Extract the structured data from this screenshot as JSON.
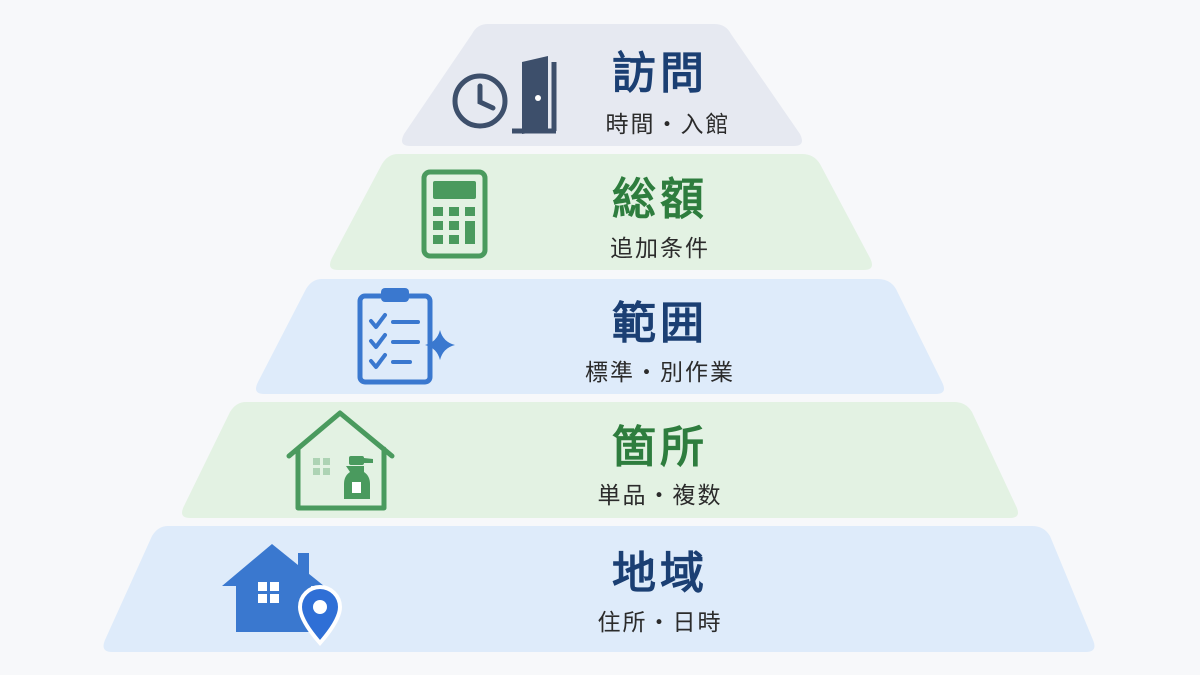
{
  "colors": {
    "background": "#f7f8fa",
    "navy": "#1b3f73",
    "green": "#2e7d3e",
    "icon_navy": "#3d4f6b",
    "icon_green": "#4a9a5e",
    "icon_blue": "#3a78cf",
    "accent_blue": "#2f6fd6",
    "band_gray": "#e6e9f1",
    "band_green": "#e3f2e3",
    "band_blue": "#deebfa"
  },
  "layers": [
    {
      "id": "visit",
      "title": "訪問",
      "subtitle": "時間・入館",
      "title_color": "navy",
      "band_color": "band_gray",
      "icons": [
        "clock-icon",
        "door-icon"
      ]
    },
    {
      "id": "total",
      "title": "総額",
      "subtitle": "追加条件",
      "title_color": "green",
      "band_color": "band_green",
      "icons": [
        "calculator-icon"
      ]
    },
    {
      "id": "scope",
      "title": "範囲",
      "subtitle": "標準・別作業",
      "title_color": "navy",
      "band_color": "band_blue",
      "icons": [
        "clipboard-checklist-icon",
        "sparkle-icon"
      ]
    },
    {
      "id": "location",
      "title": "箇所",
      "subtitle": "単品・複数",
      "title_color": "green",
      "band_color": "band_green",
      "icons": [
        "house-spray-bottle-icon"
      ]
    },
    {
      "id": "area",
      "title": "地域",
      "subtitle": "住所・日時",
      "title_color": "navy",
      "band_color": "band_blue",
      "icons": [
        "house-location-pin-icon"
      ]
    }
  ]
}
